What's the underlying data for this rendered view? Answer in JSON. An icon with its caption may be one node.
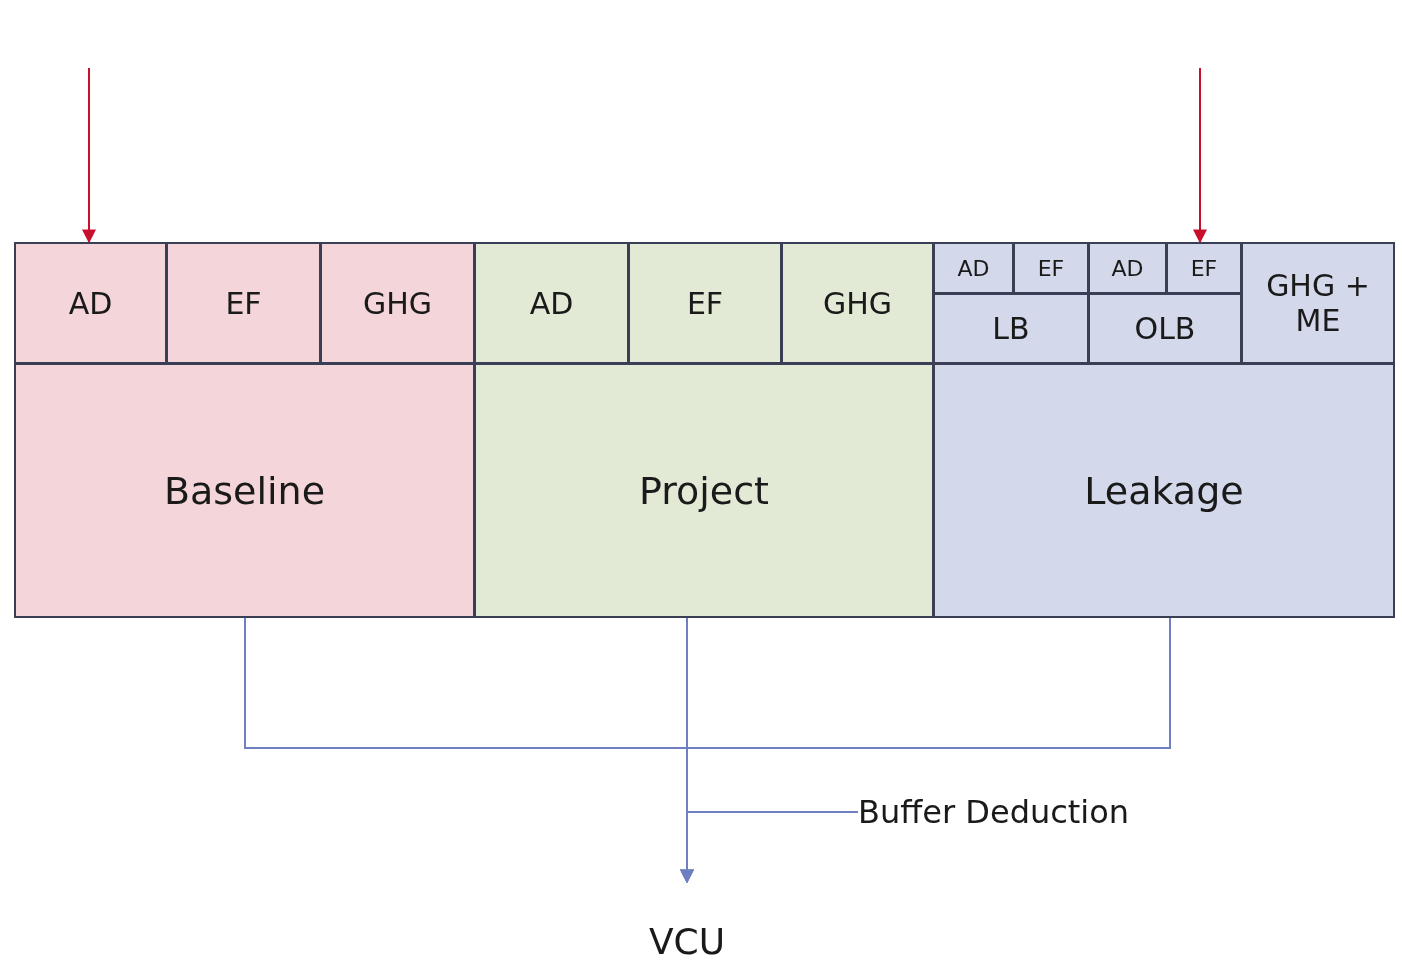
{
  "diagram": {
    "nodes": [
      {
        "text": [
          "AD"
        ]
      },
      {
        "text": [
          "EF"
        ]
      },
      {
        "text": [
          "GHG"
        ]
      },
      {
        "text": [
          "AD"
        ]
      },
      {
        "text": [
          "EF"
        ]
      },
      {
        "text": [
          "GHG"
        ]
      },
      {
        "text": [
          "AD"
        ]
      },
      {
        "text": [
          "EF"
        ]
      },
      {
        "text": [
          "AD"
        ]
      },
      {
        "text": [
          "EF"
        ]
      },
      {
        "text": [
          "LB"
        ]
      },
      {
        "text": [
          "OLB"
        ]
      },
      {
        "text": [
          "GHG + ME"
        ]
      },
      {
        "text": [
          "Baseline"
        ]
      },
      {
        "text": [
          "Project"
        ]
      },
      {
        "text": [
          "Leakage"
        ]
      },
      {
        "text": [
          "Buffer Deduction"
        ]
      },
      {
        "text": [
          "VCU"
        ]
      }
    ],
    "edges": [
      {
        "from": null,
        "to": 0,
        "arrow": "to",
        "color": "#c8102e"
      },
      {
        "from": null,
        "to": 9,
        "arrow": "to",
        "color": "#c8102e"
      },
      {
        "from": 13,
        "to": 17,
        "arrow": "to"
      },
      {
        "from": 14,
        "to": 17,
        "arrow": "to"
      },
      {
        "from": 15,
        "to": 17,
        "arrow": "to"
      },
      {
        "from": 16,
        "to": 17,
        "arrow": "none"
      }
    ]
  }
}
